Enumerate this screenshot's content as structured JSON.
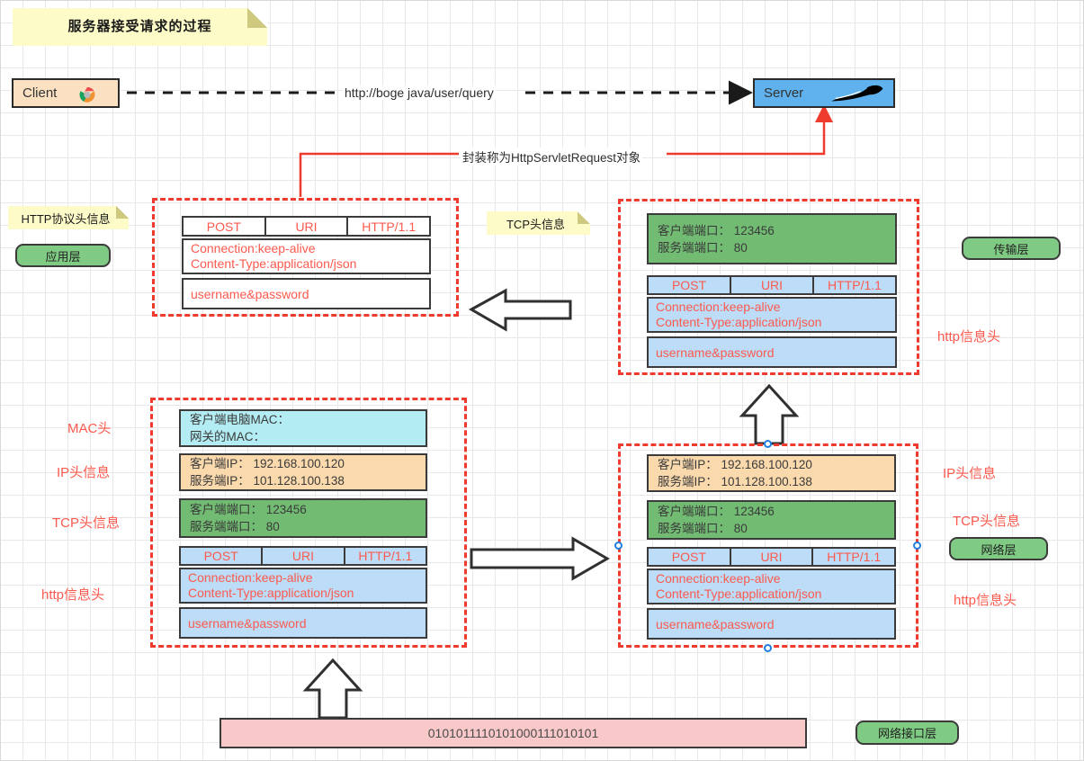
{
  "title": {
    "text": "服务器接受请求的过程"
  },
  "endpoints": {
    "client": {
      "label": "Client",
      "icon": "chrome-logo"
    },
    "server": {
      "label": "Server",
      "icon": "tomcat-logo"
    },
    "request_url": "http://boge java/user/query",
    "encapsulation_note": "封装称为HttpServletRequest对象"
  },
  "notes": {
    "http_header": "HTTP协议头信息",
    "tcp_header": "TCP头信息"
  },
  "layers": {
    "application": "应用层",
    "transport": "传输层",
    "network": "网络层",
    "link": "网络接口层"
  },
  "side_labels": {
    "mac_head": "MAC头",
    "ip_head": "IP头信息",
    "tcp_head": "TCP头信息",
    "http_head": "http信息头",
    "right_http_head_top": "http信息头",
    "right_ip_head": "IP头信息",
    "right_tcp_head": "TCP头信息",
    "right_http_head_bottom": "http信息头"
  },
  "packet": {
    "request_line": {
      "method": "POST",
      "uri": "URI",
      "version": "HTTP/1.1"
    },
    "headers": "Connection:keep-alive\nContent-Type:application/json",
    "headers_line1": "Connection:keep-alive",
    "headers_line2": "Content-Type:application/json",
    "body": "username&password",
    "tcp": {
      "line1": "客户端端口： 123456",
      "line2": "服务端端口： 80"
    },
    "ip": {
      "line1": "客户端IP： 192.168.100.120",
      "line2": "服务端IP： 101.128.100.138"
    },
    "mac": {
      "line1": "客户端电脑MAC：",
      "line2": "网关的MAC："
    }
  },
  "bitstream": {
    "value": "0101011110101000111010101"
  },
  "colors": {
    "accent_red": "#fc5a4e",
    "dashed_red": "#ef3b2d",
    "green": "#72bb72",
    "pill_green": "#7fcb83",
    "blue": "#bcdcf7",
    "orange": "#fad9ad",
    "cyan": "#b3ecf2",
    "pink": "#f9c9c9",
    "note_yellow": "#fdfbc8",
    "client_bg": "#fbe0c2",
    "server_bg": "#5fb2ed"
  }
}
